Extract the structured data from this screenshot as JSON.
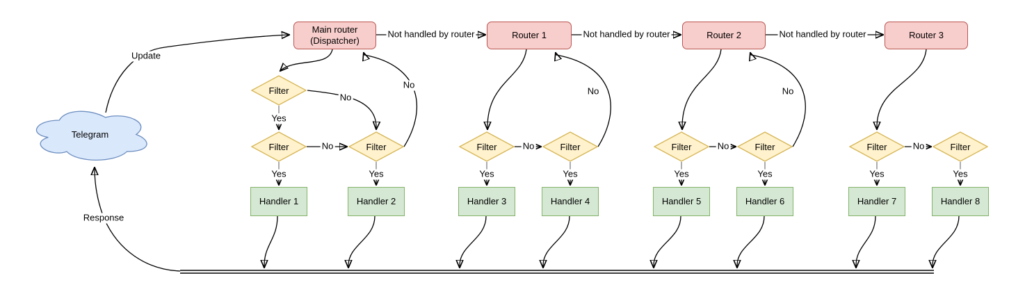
{
  "labels": {
    "update": "Update",
    "response": "Response",
    "not_handled": "Not handled by router",
    "yes": "Yes",
    "no": "No",
    "filter": "Filter"
  },
  "cloud": {
    "label": "Telegram"
  },
  "routers": [
    {
      "label": "Main router (Dispatcher)"
    },
    {
      "label": "Router 1"
    },
    {
      "label": "Router 2"
    },
    {
      "label": "Router 3"
    }
  ],
  "handlers": [
    "Handler 1",
    "Handler 2",
    "Handler 3",
    "Handler 4",
    "Handler 5",
    "Handler 6",
    "Handler 7",
    "Handler 8"
  ],
  "colors": {
    "cloud_fill": "#dae8fc",
    "cloud_stroke": "#6c8ebf",
    "router_fill": "#f8cecc",
    "router_stroke": "#b85450",
    "filter_fill": "#fff2cc",
    "filter_stroke": "#d6b656",
    "handler_fill": "#d5e8d4",
    "handler_stroke": "#82b366",
    "edge_stroke": "#000000"
  }
}
